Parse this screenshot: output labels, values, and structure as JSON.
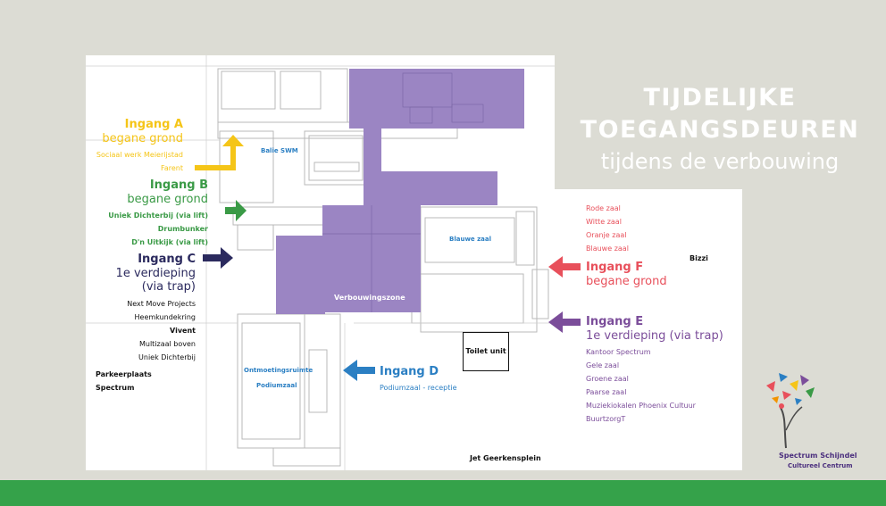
{
  "title": {
    "line1": "TIJDELIJKE",
    "line2": "TOEGANGSDEUREN",
    "line3": "tijdens de verbouwing"
  },
  "entrances": {
    "a": {
      "name": "Ingang A",
      "floor": "begane grond",
      "items": [
        "Sociaal werk Meierijstad",
        "Farent"
      ]
    },
    "b": {
      "name": "Ingang B",
      "floor": "begane grond",
      "items": [
        "Uniek Dichterbij (via lift)",
        "Drumbunker",
        "D'n Uitkijk (via lift)"
      ]
    },
    "c": {
      "name": "Ingang C",
      "floor_line1": "1e verdieping",
      "floor_line2": "(via trap)",
      "items": [
        "Next Move Projects",
        "Heemkundekring",
        "Vivent",
        "Multizaal boven",
        "Uniek Dichterbij"
      ]
    },
    "d": {
      "name": "Ingang D",
      "floor": "Podiumzaal - receptie"
    },
    "e": {
      "name": "Ingang E",
      "floor": "1e verdieping (via trap)",
      "items": [
        "Kantoor Spectrum",
        "Gele zaal",
        "Groene zaal",
        "Paarse zaal",
        "Muziekiokalen Phoenix Cultuur",
        "BuurtzorgT"
      ]
    },
    "f": {
      "name": "Ingang F",
      "floor": "begane grond",
      "items": [
        "Rode zaal",
        "Witte zaal",
        "Oranje zaal",
        "Blauwe zaal"
      ]
    }
  },
  "map_labels": {
    "balie": "Balie SWM",
    "blauwe_zaal": "Blauwe zaal",
    "verbouwingszone": "Verbouwingszone",
    "ontmoetingsruimte": "Ontmoetingsruimte",
    "podiumzaal": "Podiumzaal",
    "toilet": "Toilet unit",
    "bizzi": "Bizzi",
    "parkeerplaats_1": "Parkeerplaats",
    "parkeerplaats_2": "Spectrum",
    "plein": "Jet Geerkensplein"
  },
  "logo": {
    "name": "Spectrum Schijndel",
    "subtitle": "Cultureel Centrum"
  },
  "colors": {
    "yellow": "#f5c518",
    "green": "#3a9a46",
    "navy": "#2b2a5e",
    "blue": "#2b7fc3",
    "red": "#e8505b",
    "purple": "#7b4d9a",
    "zone": "#9b85c3",
    "bar": "#35a24a",
    "bg": "#dcdcd4"
  }
}
